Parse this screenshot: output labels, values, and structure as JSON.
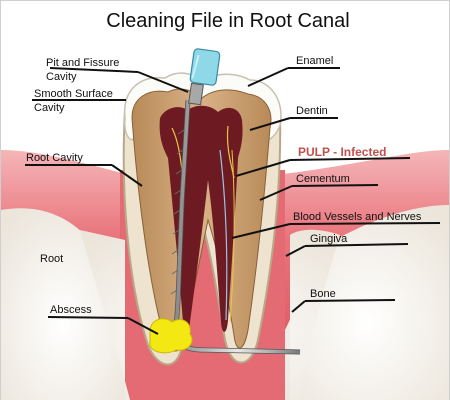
{
  "title": "Cleaning File in Root Canal",
  "labels": {
    "pit_fissure_1": "Pit and Fissure",
    "pit_fissure_2": "Cavity",
    "smooth_surface_1": "Smooth Surface",
    "smooth_surface_2": "Cavity",
    "enamel": "Enamel",
    "dentin": "Dentin",
    "pulp_infected": "PULP - Infected",
    "root_cavity": "Root Cavity",
    "cementum": "Cementum",
    "blood_vessels": "Blood Vessels and Nerves",
    "gingiva": "Gingiva",
    "root": "Root",
    "bone": "Bone",
    "abscess": "Abscess"
  },
  "colors": {
    "pulp_label": "#c0504d",
    "gum": "#e8737a",
    "bone": "#f2eee6",
    "dentin": "#c8a070",
    "pulp": "#6e1a22",
    "file_handle": "#8fd8e8",
    "abscess": "#f4e812"
  }
}
